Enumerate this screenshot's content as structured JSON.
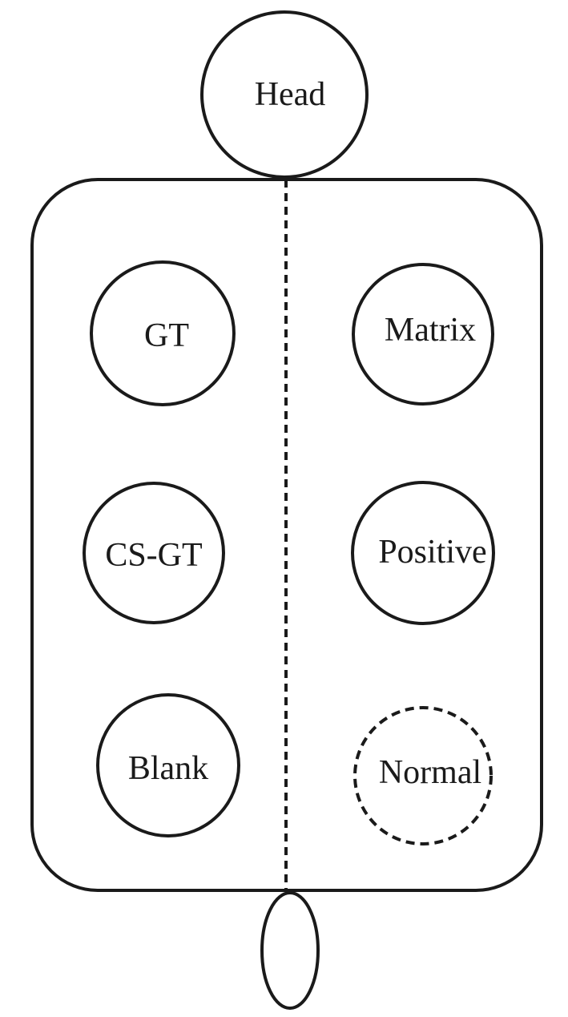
{
  "colors": {
    "stroke": "#1a1a1a",
    "background": "#ffffff"
  },
  "head": {
    "label": "Head"
  },
  "left_column": [
    {
      "label": "GT"
    },
    {
      "label": "CS-GT"
    },
    {
      "label": "Blank"
    }
  ],
  "right_column": [
    {
      "label": "Matrix",
      "outline": "solid"
    },
    {
      "label": "Positive",
      "outline": "solid"
    },
    {
      "label": "Normal",
      "outline": "dashed"
    }
  ]
}
